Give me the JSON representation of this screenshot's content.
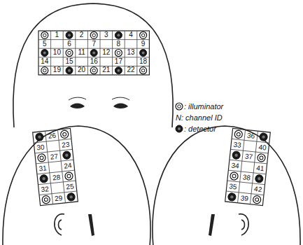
{
  "diagram": {
    "labels": [
      "1",
      "2",
      "3",
      "4",
      "5",
      "6",
      "7",
      "8",
      "9",
      "10",
      "11",
      "12",
      "13",
      "14",
      "15",
      "16",
      "17",
      "18",
      "19",
      "20",
      "21",
      "22",
      "26",
      "30",
      "23",
      "27",
      "31",
      "24",
      "28",
      "32",
      "25",
      "29",
      "36",
      "33",
      "40",
      "37",
      "34",
      "41",
      "38",
      "35",
      "42",
      "39"
    ],
    "legend": [
      {
        "text": ": illuminator"
      },
      {
        "text": "N: channel ID"
      },
      {
        "text": ": detector"
      }
    ]
  }
}
